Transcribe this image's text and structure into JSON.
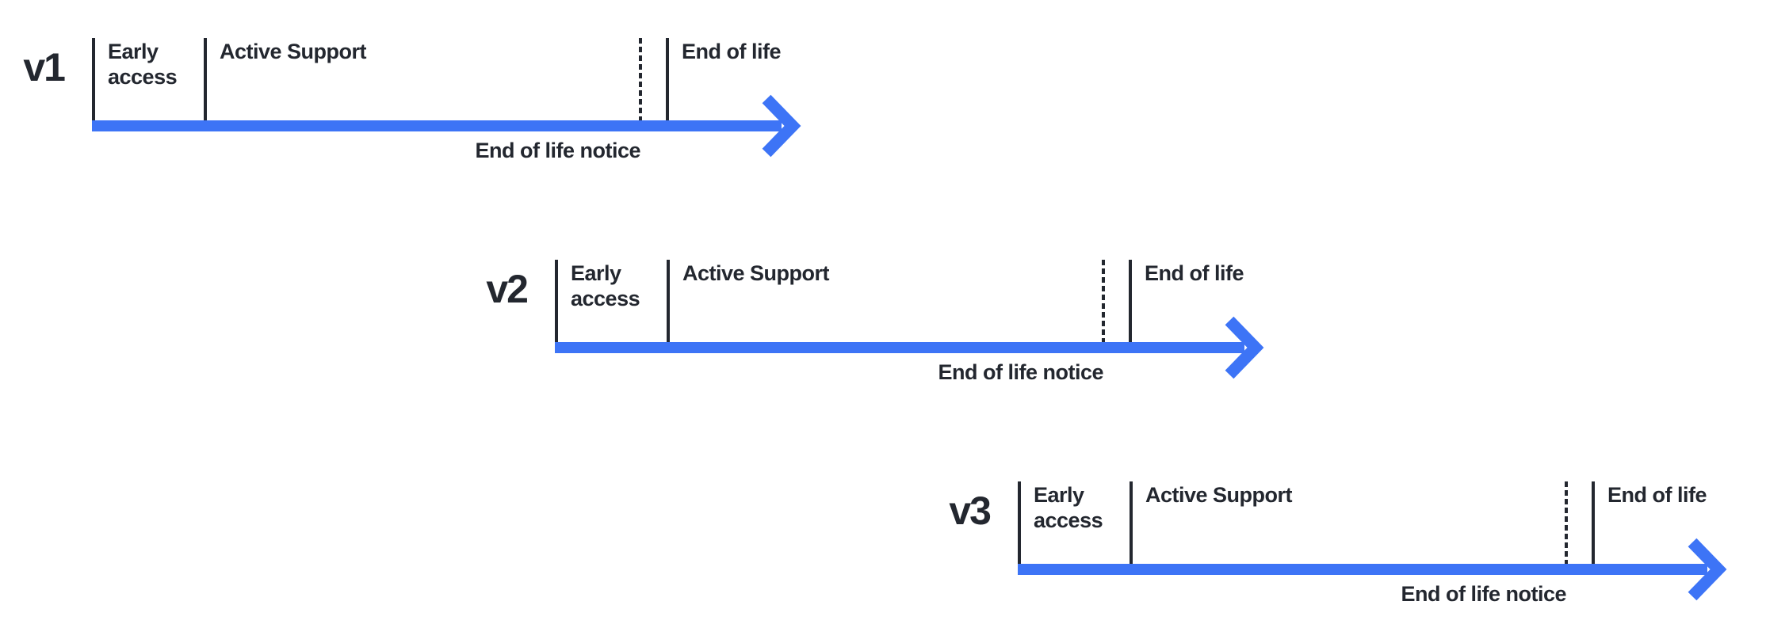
{
  "colors": {
    "arrow_blue": "#3D74F6",
    "ink": "#23272F",
    "background": "#FFFFFF"
  },
  "rows": [
    {
      "version": "v1",
      "early_access": "Early access",
      "active_support": "Active Support",
      "end_of_life": "End of life",
      "eol_notice": "End of life notice"
    },
    {
      "version": "v2",
      "early_access": "Early access",
      "active_support": "Active Support",
      "end_of_life": "End of life",
      "eol_notice": "End of life notice"
    },
    {
      "version": "v3",
      "early_access": "Early access",
      "active_support": "Active Support",
      "end_of_life": "End of life",
      "eol_notice": "End of life notice"
    }
  ]
}
